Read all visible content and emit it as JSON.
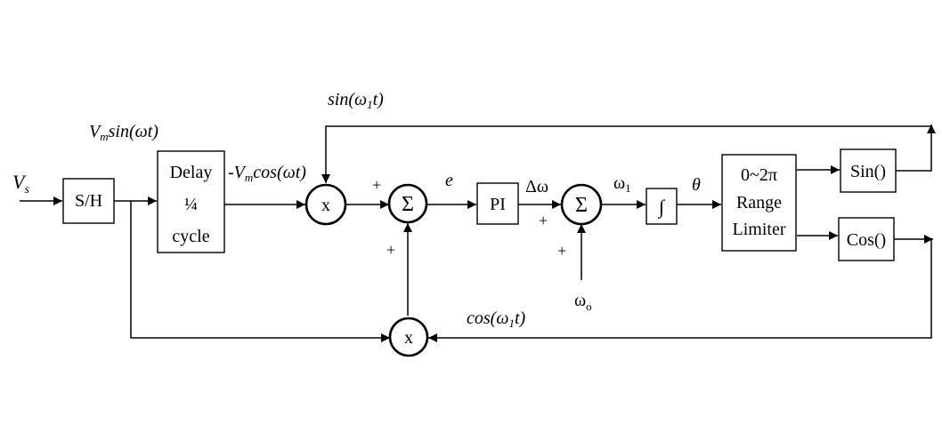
{
  "blocks": {
    "sh": "S/H",
    "delay": [
      "Delay",
      "¼",
      "cycle"
    ],
    "pi": "PI",
    "integrator": "∫",
    "limiter": [
      "0~2π",
      "Range",
      "Limiter"
    ],
    "sin_fn": "Sin()",
    "cos_fn": "Cos()"
  },
  "operators": {
    "mult_top": "x",
    "mult_bottom": "x",
    "sum1": "Σ",
    "sum2": "Σ"
  },
  "signals": {
    "vs": "V",
    "vs_sub": "s",
    "vm_sin_vm": "V",
    "vm_sin_sub": "m",
    "vm_sin_rest": "sin(ωt)",
    "vm_cos_pre": "-V",
    "vm_cos_sub": "m",
    "vm_cos_rest": "cos(ωt)",
    "sin_w1t_pre": "sin(ω",
    "sin_w1t_sub": "1",
    "sin_w1t_post": "t)",
    "cos_w1t_pre": "cos(ω",
    "cos_w1t_sub": "1",
    "cos_w1t_post": "t)",
    "e": "e",
    "dw": "Δω",
    "w1": "ω",
    "w1_sub": "1",
    "theta": "θ",
    "w0": "ω",
    "w0_sub": "o"
  },
  "signs": {
    "sum1_top": "+",
    "sum1_bottom": "+",
    "sum2_left": "+",
    "sum2_bottom": "+"
  }
}
